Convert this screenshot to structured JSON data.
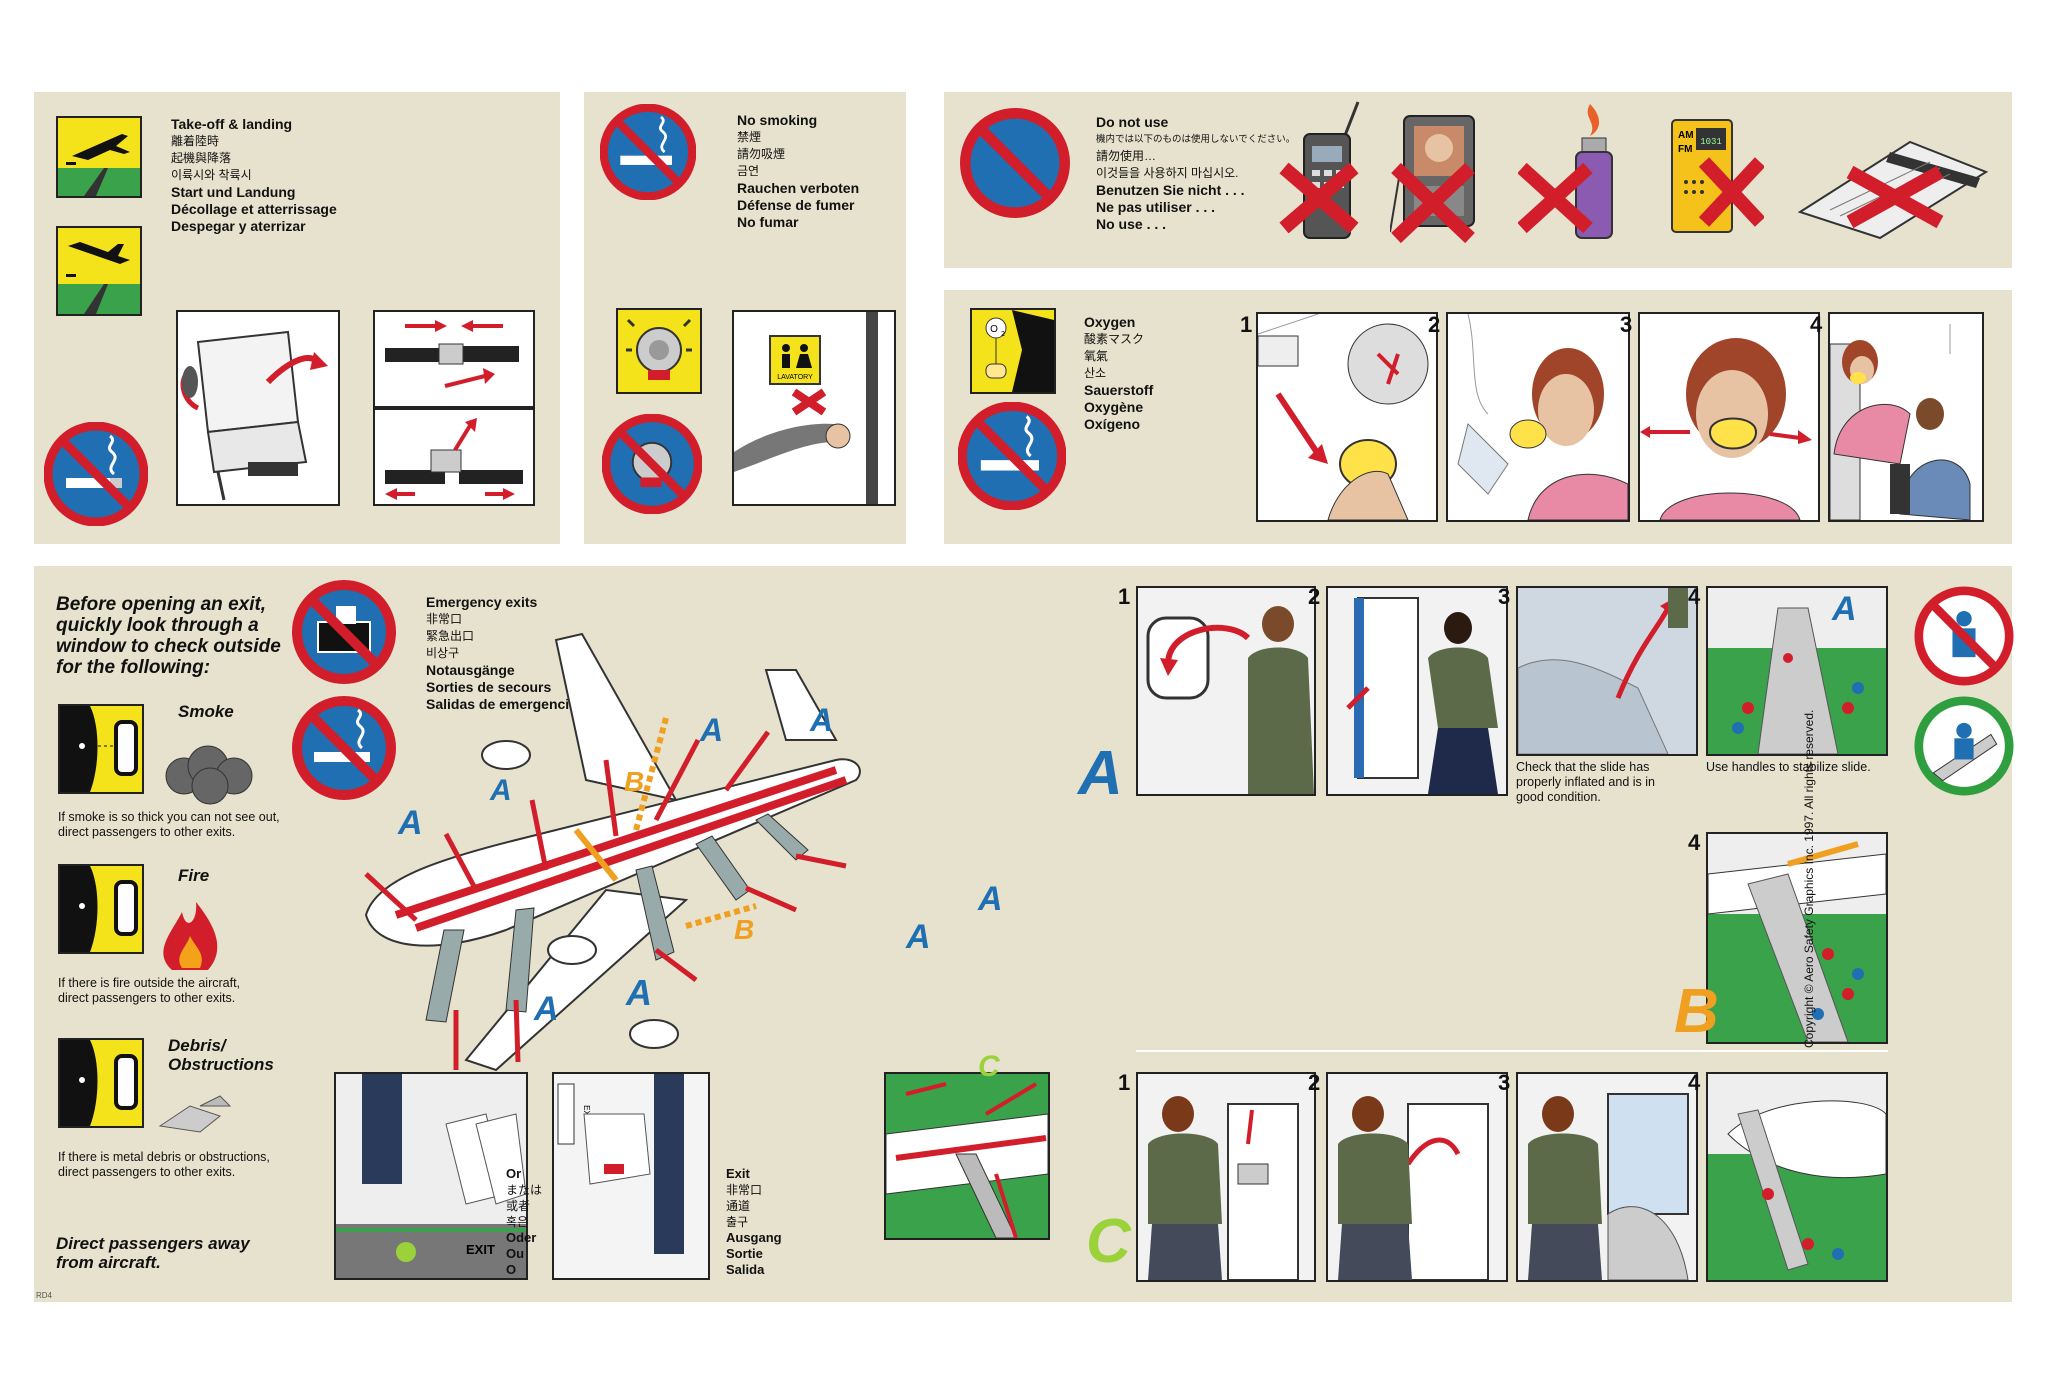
{
  "top": {
    "takeoff": {
      "lines": [
        "Take-off & landing",
        "離着陸時",
        "起機與降落",
        "이륙시와 착륙시",
        "Start und Landung",
        "Décollage et atterrissage",
        "Despegar y aterrizar"
      ]
    },
    "nosmoking": {
      "lines": [
        "No smoking",
        "禁煙",
        "請勿吸煙",
        "금연",
        "Rauchen verboten",
        "Défense de fumer",
        "No fumar"
      ],
      "lavatory_sign": "LAVATORY"
    },
    "donotuse": {
      "lines": [
        "Do not use",
        "機内では以下のものは使用しないでください。",
        "請勿使用…",
        "이것들을 사용하지 마십시오.",
        "Benutzen Sie nicht . . .",
        "Ne pas utiliser . . .",
        "No use . . ."
      ],
      "radio_labels": [
        "AM",
        "FM"
      ],
      "radio_display": "1031"
    },
    "oxygen": {
      "lines": [
        "Oxygen",
        "酸素マスク",
        "氧氣",
        "산소",
        "Sauerstoff",
        "Oxygène",
        "Oxígeno"
      ],
      "icon_label": "O",
      "icon_sub": "2",
      "steps": [
        "1",
        "2",
        "3",
        "4"
      ]
    }
  },
  "bottom": {
    "before": {
      "heading": [
        "Before opening an exit,",
        "quickly look through a",
        "window to check outside",
        "for the following:"
      ],
      "smoke_title": "Smoke",
      "smoke_text": [
        "If smoke is so thick you can not see out,",
        "direct passengers to other exits."
      ],
      "fire_title": "Fire",
      "fire_text": [
        "If there is fire outside the aircraft,",
        "direct passengers to other exits."
      ],
      "debris_title": [
        "Debris/",
        "Obstructions"
      ],
      "debris_text": [
        "If there is metal debris or obstructions,",
        "direct passengers to other exits."
      ],
      "direct": [
        "Direct passengers away",
        "from aircraft."
      ],
      "code": "RD4"
    },
    "emergency": {
      "lines": [
        "Emergency exits",
        "非常口",
        "緊急出口",
        "비상구",
        "Notausgänge",
        "Sorties de secours",
        "Salidas de emergencia"
      ]
    },
    "or_lines": [
      "Or",
      "または",
      "或者",
      "혹은",
      "Oder",
      "Ou",
      "O"
    ],
    "exit_lines": [
      "Exit",
      "非常口",
      "通道",
      "출구",
      "Ausgang",
      "Sortie",
      "Salida"
    ],
    "floor_exit": "EXIT",
    "sign_exit": "EXIT",
    "exit_letters": {
      "A": "A",
      "B": "B",
      "C": "C"
    },
    "slide_check": [
      "Check that the slide has",
      "properly inflated and is in",
      "good condition."
    ],
    "handles": "Use handles to stabilize slide.",
    "steps": [
      "1",
      "2",
      "3",
      "4"
    ],
    "step4": "4",
    "copyright": "Copyright © Aero Safety Graphics Inc. 1997. All rights reserved."
  },
  "colors": {
    "panel": "#e6e2cd",
    "red": "#d21e2a",
    "blue": "#1f6fb2",
    "yellow": "#f4e21a",
    "green": "#2f9e3f",
    "lime": "#9bd23a"
  }
}
